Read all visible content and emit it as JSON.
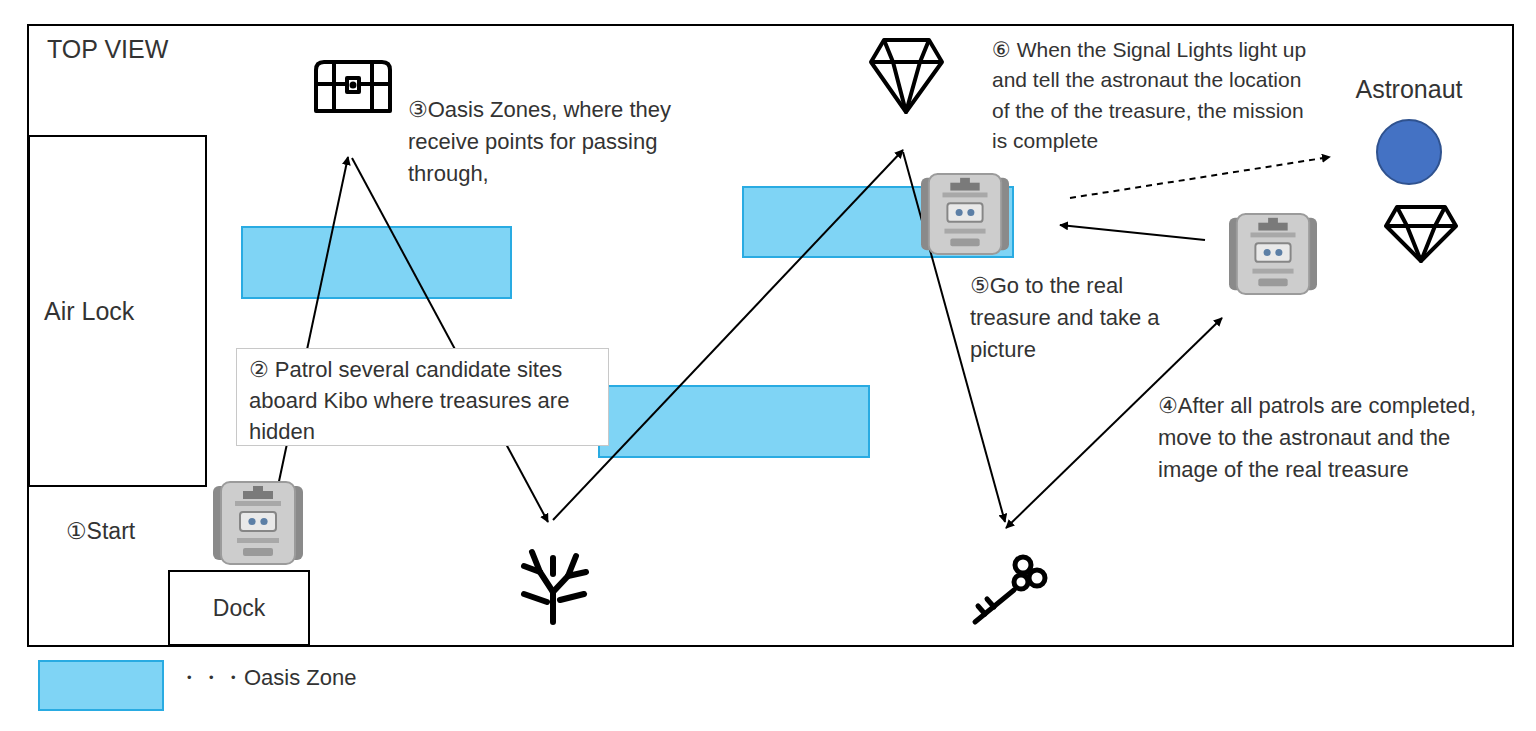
{
  "diagram": {
    "nodes": [
      {
        "text": [
          "Air Lock"
        ]
      },
      {
        "text": [
          "② Patrol several candidate sites aboard Kibo where treasures are hidden"
        ]
      },
      {
        "text": [
          "Dock"
        ]
      },
      {
        "text": [
          "Astronaut"
        ]
      }
    ],
    "labels": [
      "TOP VIEW",
      "③Oasis Zones, where they receive points for passing through,",
      "⑥ When the Signal Lights light up and tell the astronaut the location of the of the treasure, the mission is complete",
      "⑤Go to the real treasure and take a picture",
      "④After all patrols are completed, move to the astronaut and the image of the real treasure",
      "①Start"
    ],
    "legend": [
      {
        "text": "・・・Oasis Zone",
        "color": "#7fd4f5"
      }
    ]
  }
}
